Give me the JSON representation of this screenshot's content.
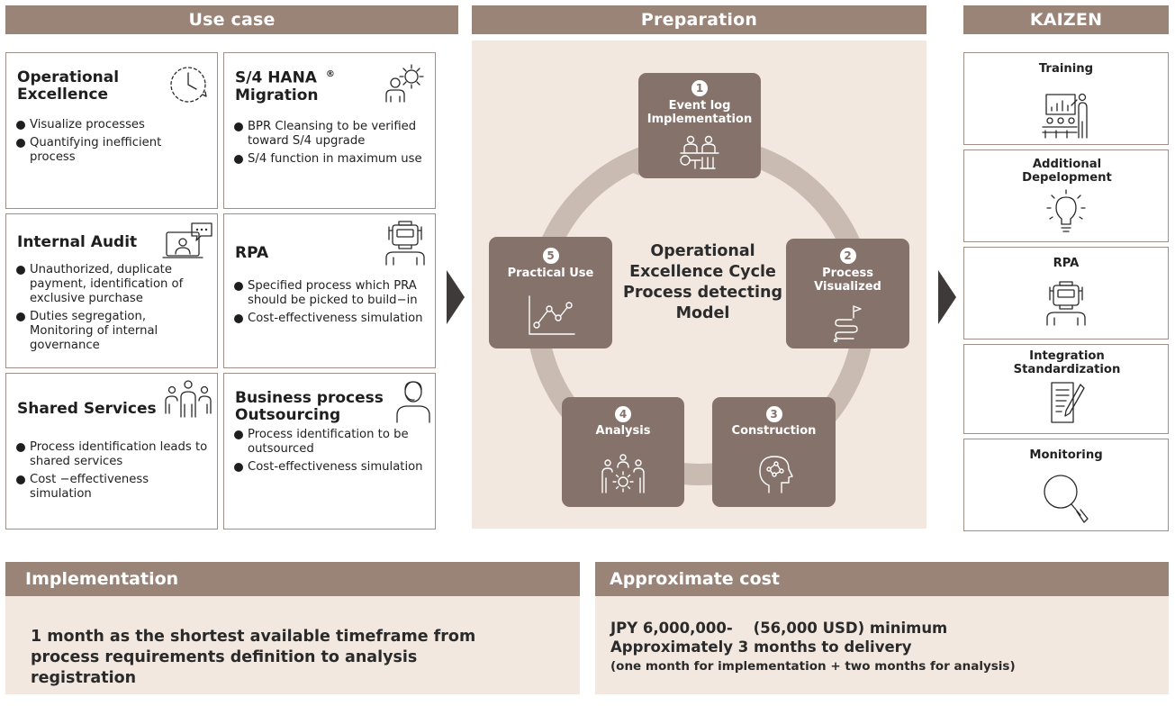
{
  "headers": {
    "use_case": "Use case",
    "preparation": "Preparation",
    "kaizen": "KAIZEN"
  },
  "use_cases": {
    "operational_excellence": {
      "title": "Operational Excellence",
      "bullets": [
        "Visualize processes",
        "Quantifying inefficient process"
      ]
    },
    "s4_hana": {
      "title": "S/4 HANA",
      "title_line2": "Migration",
      "registered": "®",
      "bullets": [
        "BPR Cleansing to be verified toward S/4 upgrade",
        "S/4 function in maximum use"
      ]
    },
    "internal_audit": {
      "title": "Internal Audit",
      "bullets": [
        "Unauthorized, duplicate payment, identification of exclusive purchase",
        "Duties segregation, Monitoring of internal governance"
      ]
    },
    "rpa": {
      "title": "RPA",
      "bullets": [
        "Specified process which PRA should be picked to build−in",
        "Cost-effectiveness simulation"
      ]
    },
    "shared_services": {
      "title": "Shared Services",
      "bullets": [
        "Process identification leads to shared services",
        "Cost −effectiveness simulation"
      ]
    },
    "bpo": {
      "title": "Business process Outsourcing",
      "bullets": [
        "Process identification to be outsourced",
        "Cost-effectiveness simulation"
      ]
    }
  },
  "cycle": {
    "center": "Operational Excellence Cycle Process detecting Model",
    "steps": [
      {
        "num": "1",
        "label": "Event log Implementation",
        "icon": "team-meeting-icon"
      },
      {
        "num": "2",
        "label": "Process Visualized",
        "icon": "route-flag-icon"
      },
      {
        "num": "3",
        "label": "Construction",
        "icon": "head-network-icon"
      },
      {
        "num": "4",
        "label": "Analysis",
        "icon": "team-gear-icon"
      },
      {
        "num": "5",
        "label": "Practical Use",
        "icon": "line-graph-icon"
      }
    ]
  },
  "kaizen": {
    "items": [
      {
        "label": "Training",
        "icon": "presentation-icon"
      },
      {
        "label": "Additional Depelopment",
        "icon": "lightbulb-icon"
      },
      {
        "label": "RPA",
        "icon": "robot-icon"
      },
      {
        "label": "Integration Standardization",
        "icon": "document-pen-icon"
      },
      {
        "label": "Monitoring",
        "icon": "magnifier-icon"
      }
    ]
  },
  "implementation": {
    "header": "Implementation",
    "text": "1 month as the shortest available timeframe from process requirements definition to analysis registration"
  },
  "cost": {
    "header": "Approximate cost",
    "line1": "JPY 6,000,000-    (56,000 USD) minimum",
    "line2": "Approximately 3 months to delivery",
    "line3": "(one month for implementation + two months for analysis)"
  },
  "colors": {
    "header_brown": "#9a8478",
    "step_brown": "#85726a",
    "panel_beige": "#f2e8e0",
    "ring": "#c9bbb1"
  }
}
